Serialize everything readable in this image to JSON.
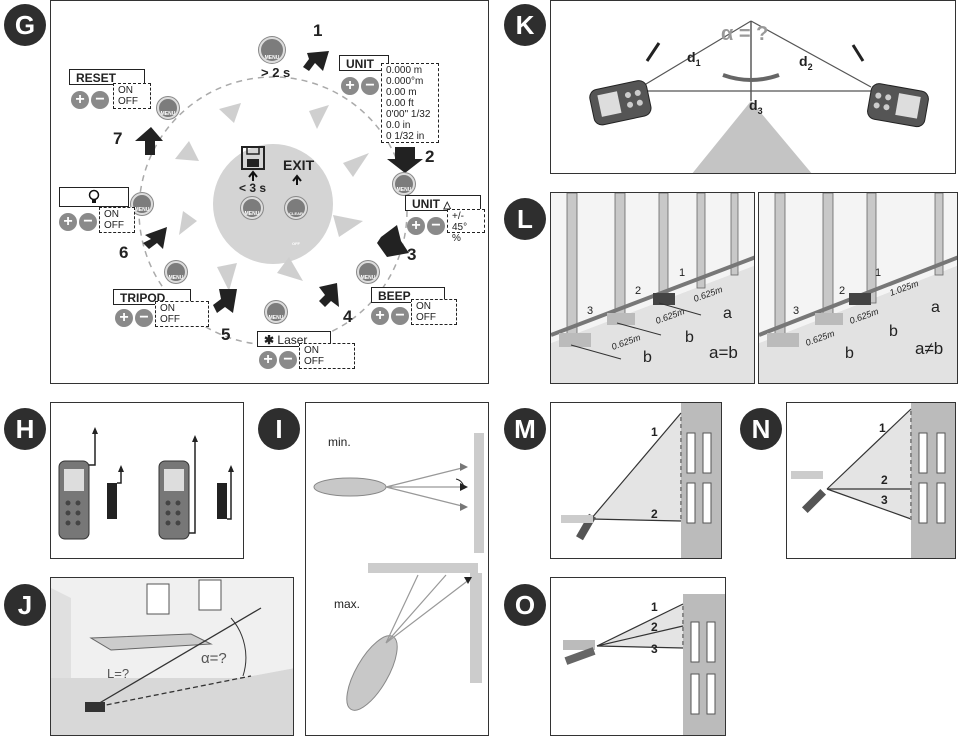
{
  "badges": {
    "g": "G",
    "h": "H",
    "i": "I",
    "j": "J",
    "k": "K",
    "l": "L",
    "m": "M",
    "n": "N",
    "o": "O"
  },
  "g": {
    "menu_label": "MENU",
    "hold_long": "> 2 s",
    "hold_short": "< 3 s",
    "exit": "EXIT",
    "clear_label": "CLEAR OFF",
    "steps": [
      "1",
      "2",
      "3",
      "4",
      "5",
      "6",
      "7"
    ],
    "unit_title": "UNIT",
    "unit_options": [
      "0.000 m",
      "0.000°m",
      "0.00 m",
      "0.00 ft",
      "0'00\" 1/32",
      "0.0 in",
      "0  1/32  in"
    ],
    "unit_angle_title": "UNIT",
    "unit_angle_options": [
      "+/- 45°",
      "%"
    ],
    "beep_title": "BEEP",
    "laser_title": "Laser",
    "tripod_title": "TRIPOD",
    "reset_title": "RESET",
    "on": "ON",
    "off": "OFF",
    "plus": "+",
    "minus": "−"
  },
  "i": {
    "min": "min.",
    "max": "max."
  },
  "j": {
    "length": "L=?",
    "angle": "α=?"
  },
  "k": {
    "angle": "α = ?",
    "d1": "d",
    "d1_sub": "1",
    "d2": "d",
    "d2_sub": "2",
    "d3": "d",
    "d3_sub": "3"
  },
  "l": {
    "left": {
      "m1": "0.625m",
      "m2": "0.625m",
      "m3": "0.625m",
      "a": "a",
      "b1": "b",
      "b2": "b",
      "eq": "a=b",
      "n1": "1",
      "n2": "2",
      "n3": "3"
    },
    "right": {
      "m1": "1.025m",
      "m2": "0.625m",
      "m3": "0.625m",
      "a": "a",
      "b1": "b",
      "b2": "b",
      "eq": "a≠b",
      "n1": "1",
      "n2": "2",
      "n3": "3"
    }
  },
  "m": {
    "n1": "1",
    "n2": "2"
  },
  "n": {
    "n1": "1",
    "n2": "2",
    "n3": "3"
  },
  "o": {
    "n1": "1",
    "n2": "2",
    "n3": "3"
  }
}
